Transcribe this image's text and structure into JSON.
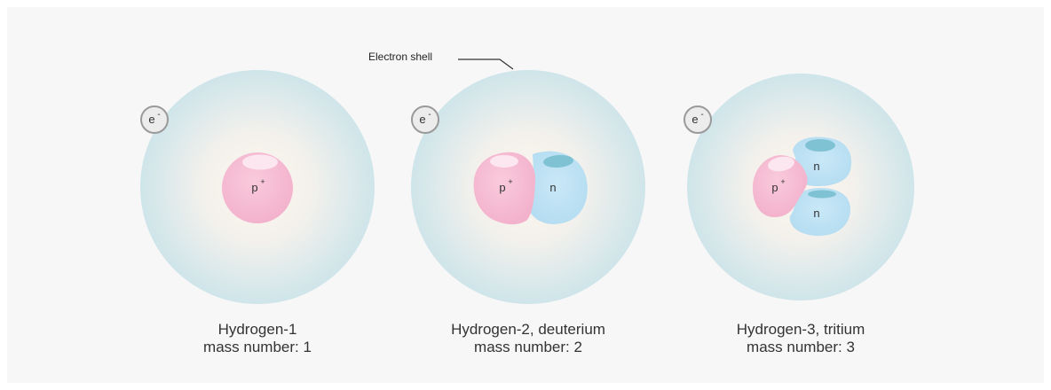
{
  "callout": {
    "label": "Electron shell"
  },
  "atoms": [
    {
      "electron": {
        "symbol": "e",
        "charge": "-"
      },
      "nucleus": {
        "protons": [
          {
            "symbol": "p",
            "charge": "+"
          }
        ],
        "neutrons": []
      },
      "name": "Hydrogen-1",
      "mass_number_text": "mass number: 1"
    },
    {
      "electron": {
        "symbol": "e",
        "charge": "-"
      },
      "nucleus": {
        "protons": [
          {
            "symbol": "p",
            "charge": "+"
          }
        ],
        "neutrons": [
          {
            "symbol": "n"
          }
        ]
      },
      "name": "Hydrogen-2, deuterium",
      "mass_number_text": "mass number: 2"
    },
    {
      "electron": {
        "symbol": "e",
        "charge": "-"
      },
      "nucleus": {
        "protons": [
          {
            "symbol": "p",
            "charge": "+"
          }
        ],
        "neutrons": [
          {
            "symbol": "n"
          },
          {
            "symbol": "n"
          }
        ]
      },
      "name": "Hydrogen-3, tritium",
      "mass_number_text": "mass number: 3"
    }
  ],
  "colors": {
    "background": "#f7f7f7",
    "shell_center": "#f9f3ec",
    "shell_edge": "#cfe5ea",
    "proton": "#f6bcd3",
    "proton_highlight": "#fbe4ee",
    "neutron": "#bfe2f4",
    "neutron_highlight": "#7fc2d4",
    "electron_fill": "#ececec",
    "electron_stroke": "#9a9a9a",
    "text": "#333333"
  }
}
